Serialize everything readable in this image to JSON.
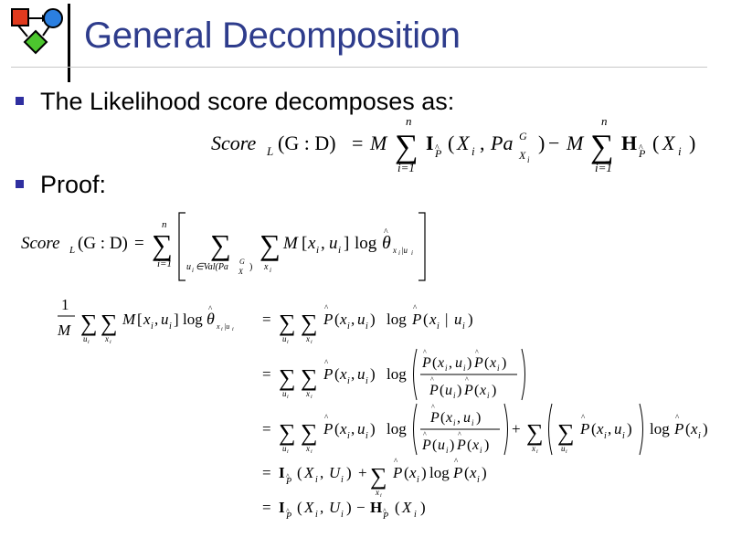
{
  "slide": {
    "title": "General Decomposition",
    "bullets": [
      {
        "text": "The Likelihood score decomposes as:"
      },
      {
        "text": "Proof:"
      }
    ]
  },
  "math": {
    "score": "Score",
    "score_sub": "L",
    "g_colon_d": "(G : D)",
    "eq": "=",
    "M": "M",
    "n": "n",
    "i_eq_1": "i=1",
    "I_bold": "I",
    "H_bold": "H",
    "P_hat": "P",
    "X": "X",
    "i": "i",
    "Pa": "Pa",
    "G": "G",
    "Xi": "X",
    "minus": "−",
    "plus": "+",
    "log": "log",
    "theta": "θ",
    "sum": "∑",
    "one": "1",
    "x": "x",
    "u": "u",
    "U": "U",
    "M_br": "M",
    "val_pa": "u",
    "val_pa_rest": "∈Val(Pa",
    "val_close": ")",
    "theta_sub": "x",
    "xu_sub": "|u"
  },
  "icons": {
    "logo": "network-diagram-icon"
  },
  "colors": {
    "title": "#2e3c8c",
    "bullet": "#2f2fa0",
    "logo_red": "#e03a1e",
    "logo_blue": "#2b7fe0",
    "logo_green": "#4cc62e"
  }
}
